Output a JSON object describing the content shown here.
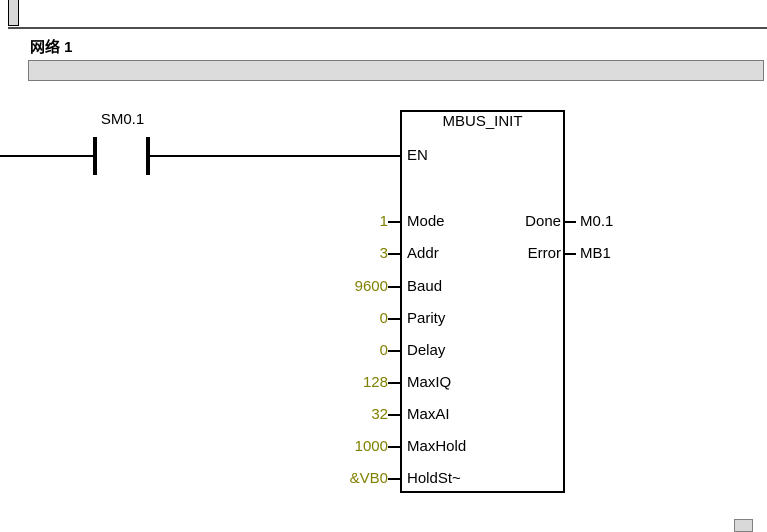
{
  "network": {
    "title": "网络 1"
  },
  "contact": {
    "label": "SM0.1"
  },
  "block": {
    "title": "MBUS_INIT",
    "en_label": "EN",
    "inputs": [
      {
        "value": "1",
        "param": "Mode"
      },
      {
        "value": "3",
        "param": "Addr"
      },
      {
        "value": "9600",
        "param": "Baud"
      },
      {
        "value": "0",
        "param": "Parity"
      },
      {
        "value": "0",
        "param": "Delay"
      },
      {
        "value": "128",
        "param": "MaxIQ"
      },
      {
        "value": "32",
        "param": "MaxAI"
      },
      {
        "value": "1000",
        "param": "MaxHold"
      },
      {
        "value": "&VB0",
        "param": "HoldSt~"
      }
    ],
    "outputs": [
      {
        "param": "Done",
        "value": "M0.1"
      },
      {
        "param": "Error",
        "value": "MB1"
      }
    ]
  },
  "colors": {
    "constant": "#808000",
    "wire": "#000000",
    "comment_bg": "#dcdcdc"
  }
}
